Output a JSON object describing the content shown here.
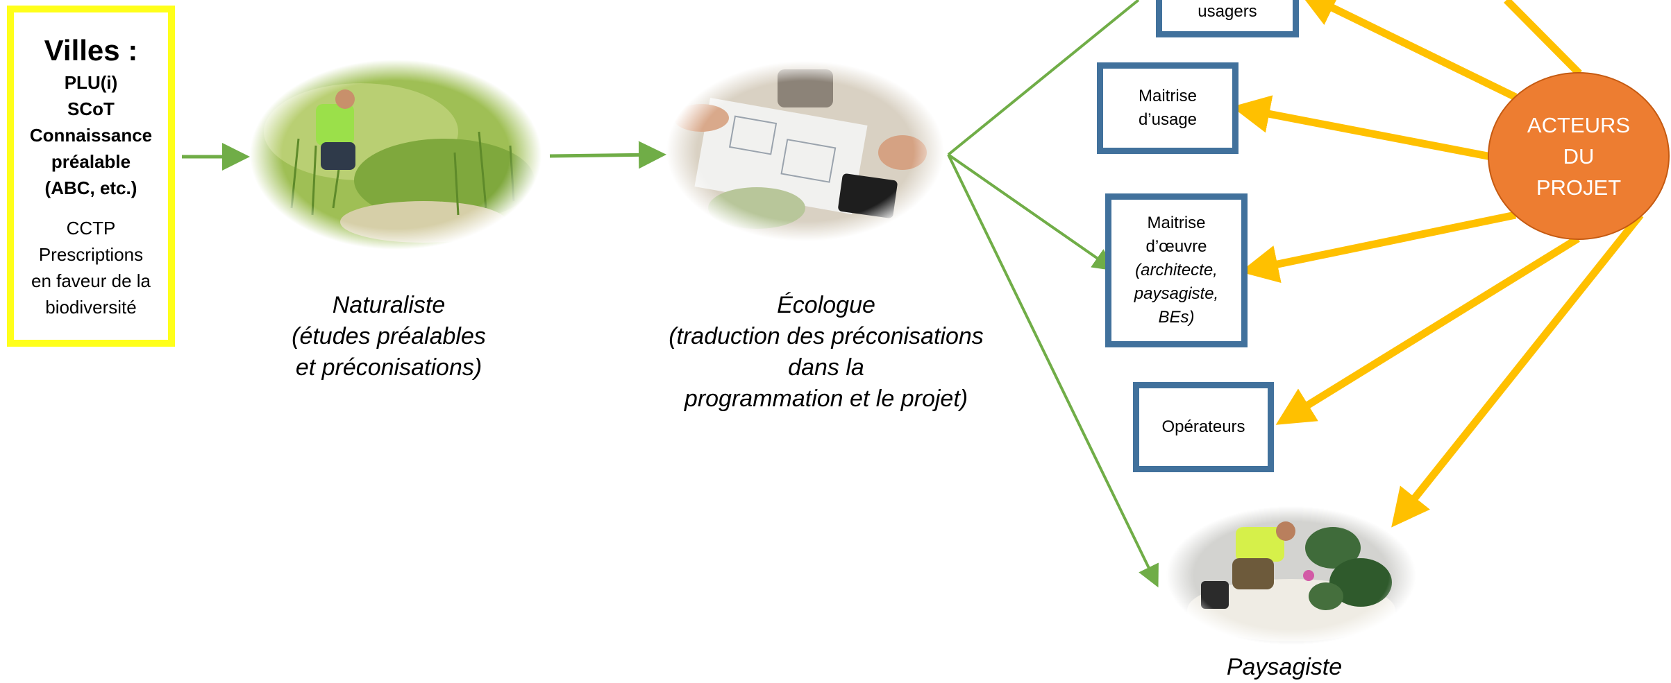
{
  "villes": {
    "title": "Villes :",
    "bold_lines": [
      "PLU(i)",
      "SCoT",
      "Connaissance",
      "préalable",
      "(ABC, etc.)"
    ],
    "normal_lines": [
      "CCTP",
      "Prescriptions",
      "en faveur de la",
      "biodiversité"
    ],
    "border_color": "#ffff1a"
  },
  "naturaliste": {
    "caption_lines": [
      "Naturaliste",
      "(études préalables",
      "et préconisations)"
    ],
    "photo_icon": "naturalist-photo-icon"
  },
  "ecologue": {
    "caption_lines": [
      "Écologue",
      "(traduction des préconisations",
      "dans la",
      "programmation et le projet)"
    ],
    "photo_icon": "ecologist-meeting-photo-icon"
  },
  "paysagiste": {
    "caption": "Paysagiste",
    "photo_icon": "landscaper-photo-icon"
  },
  "boxes": {
    "usagers": {
      "label": "usagers"
    },
    "maitrise_usage": {
      "line1": "Maitrise",
      "line2": "d’usage"
    },
    "maitrise_oeuvre": {
      "line1": "Maitrise",
      "line2": "d’œuvre",
      "italic_lines": [
        "(architecte,",
        "paysagiste,",
        "BEs)"
      ]
    },
    "operateurs": {
      "label": "Opérateurs"
    }
  },
  "acteurs": {
    "lines": [
      "ACTEURS",
      "DU",
      "PROJET"
    ],
    "fill_color": "#ed7d31"
  },
  "colors": {
    "green_arrow": "#70ad47",
    "orange_arrow": "#ffc000",
    "box_border": "#41719c"
  }
}
